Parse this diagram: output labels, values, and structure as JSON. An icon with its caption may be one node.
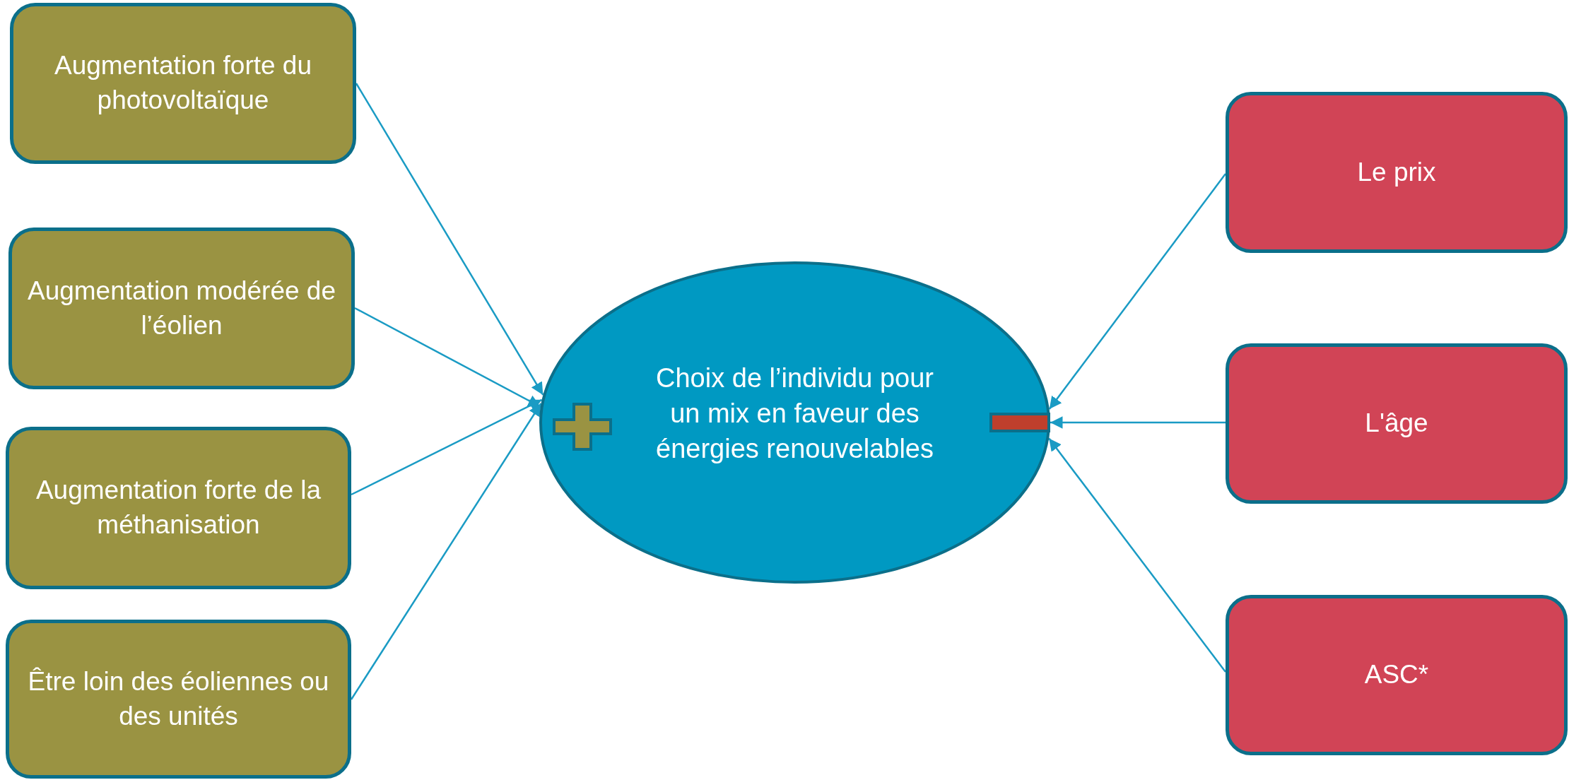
{
  "diagram": {
    "nodes": [
      {
        "text": [
          "Augmentation forte du photovoltaïque"
        ]
      },
      {
        "text": [
          "Augmentation modérée de l’éolien"
        ]
      },
      {
        "text": [
          "Augmentation forte de la méthanisation"
        ]
      },
      {
        "text": [
          "Être loin des éoliennes ou des unités"
        ]
      },
      {
        "text": [
          "Choix de l’individu pour un mix en faveur des énergies renouvelables"
        ]
      },
      {
        "text": [
          "Le prix"
        ]
      },
      {
        "text": [
          "L'âge"
        ]
      },
      {
        "text": [
          "ASC*"
        ]
      }
    ],
    "edges": [
      {
        "from": 0,
        "to": 4,
        "arrow": "to"
      },
      {
        "from": 1,
        "to": 4,
        "arrow": "to"
      },
      {
        "from": 2,
        "to": 4,
        "arrow": "to"
      },
      {
        "from": 3,
        "to": 4,
        "arrow": "to"
      },
      {
        "from": 5,
        "to": 4,
        "arrow": "to"
      },
      {
        "from": 6,
        "to": 4,
        "arrow": "to"
      },
      {
        "from": 7,
        "to": 4,
        "arrow": "to"
      }
    ]
  }
}
